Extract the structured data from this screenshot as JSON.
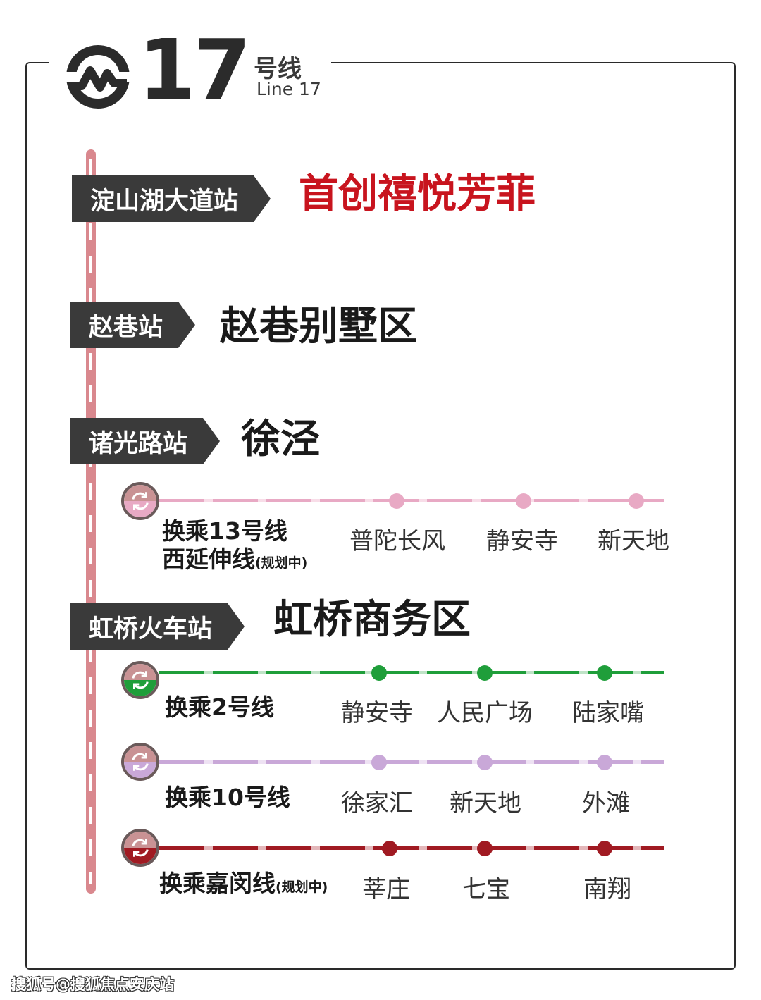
{
  "header": {
    "line_number": "17",
    "line_cn": "号线",
    "line_en": "Line 17",
    "logo_icon": "shanghai-metro-logo-icon"
  },
  "colors": {
    "trunk": "#d9888e",
    "tag_bg": "#3a3a3a",
    "highlight_red": "#c8141e",
    "line13": "#e8a9c4",
    "line2": "#1f9e3a",
    "line10": "#c9a8d8",
    "jiamin": "#a01a22"
  },
  "stations": [
    {
      "station": "淀山湖大道站",
      "area": "首创禧悦芳菲"
    },
    {
      "station": "赵巷站",
      "area": "赵巷别墅区"
    },
    {
      "station": "诸光路站",
      "area": "徐泾"
    },
    {
      "station": "虹桥火车站",
      "area": "虹桥商务区"
    }
  ],
  "transfers": [
    {
      "label_line1": "换乘13号线",
      "label_line2": "西延伸线",
      "note": "(规划中)",
      "stops": [
        "普陀长风",
        "静安寺",
        "新天地"
      ]
    },
    {
      "label_line1": "换乘2号线",
      "stops": [
        "静安寺",
        "人民广场",
        "陆家嘴"
      ]
    },
    {
      "label_line1": "换乘10号线",
      "stops": [
        "徐家汇",
        "新天地",
        "外滩"
      ]
    },
    {
      "label_line1": "换乘嘉闵线",
      "note": "(规划中)",
      "stops": [
        "莘庄",
        "七宝",
        "南翔"
      ]
    }
  ],
  "watermark": "搜狐号@搜狐焦点安庆站"
}
